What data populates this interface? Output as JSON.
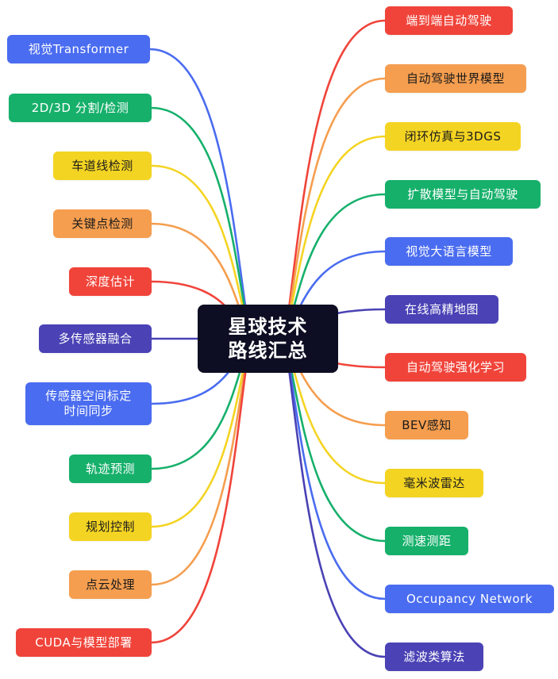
{
  "colors": {
    "red": "#f0443a",
    "orange": "#f59e4f",
    "yellow": "#f4d422",
    "green": "#16b06b",
    "blue": "#4a6cf0",
    "indigo": "#4a42b5",
    "center_bg": "#0d0d23"
  },
  "center": {
    "label": "星球技术\n路线汇总"
  },
  "left_nodes": [
    {
      "label": "视觉Transformer",
      "color": "blue"
    },
    {
      "label": "2D/3D 分割/检测",
      "color": "green"
    },
    {
      "label": "车道线检测",
      "color": "yellow"
    },
    {
      "label": "关键点检测",
      "color": "orange"
    },
    {
      "label": "深度估计",
      "color": "red"
    },
    {
      "label": "多传感器融合",
      "color": "indigo"
    },
    {
      "label": "传感器空间标定\n时间同步",
      "color": "blue"
    },
    {
      "label": "轨迹预测",
      "color": "green"
    },
    {
      "label": "规划控制",
      "color": "yellow"
    },
    {
      "label": "点云处理",
      "color": "orange"
    },
    {
      "label": "CUDA与模型部署",
      "color": "red"
    }
  ],
  "right_nodes": [
    {
      "label": "端到端自动驾驶",
      "color": "red"
    },
    {
      "label": "自动驾驶世界模型",
      "color": "orange"
    },
    {
      "label": "闭环仿真与3DGS",
      "color": "yellow"
    },
    {
      "label": "扩散模型与自动驾驶",
      "color": "green"
    },
    {
      "label": "视觉大语言模型",
      "color": "blue"
    },
    {
      "label": "在线高精地图",
      "color": "indigo"
    },
    {
      "label": "自动驾驶强化学习",
      "color": "red"
    },
    {
      "label": "BEV感知",
      "color": "orange"
    },
    {
      "label": "毫米波雷达",
      "color": "yellow"
    },
    {
      "label": "测速测距",
      "color": "green"
    },
    {
      "label": "Occupancy Network",
      "color": "blue"
    },
    {
      "label": "滤波类算法",
      "color": "indigo"
    }
  ]
}
